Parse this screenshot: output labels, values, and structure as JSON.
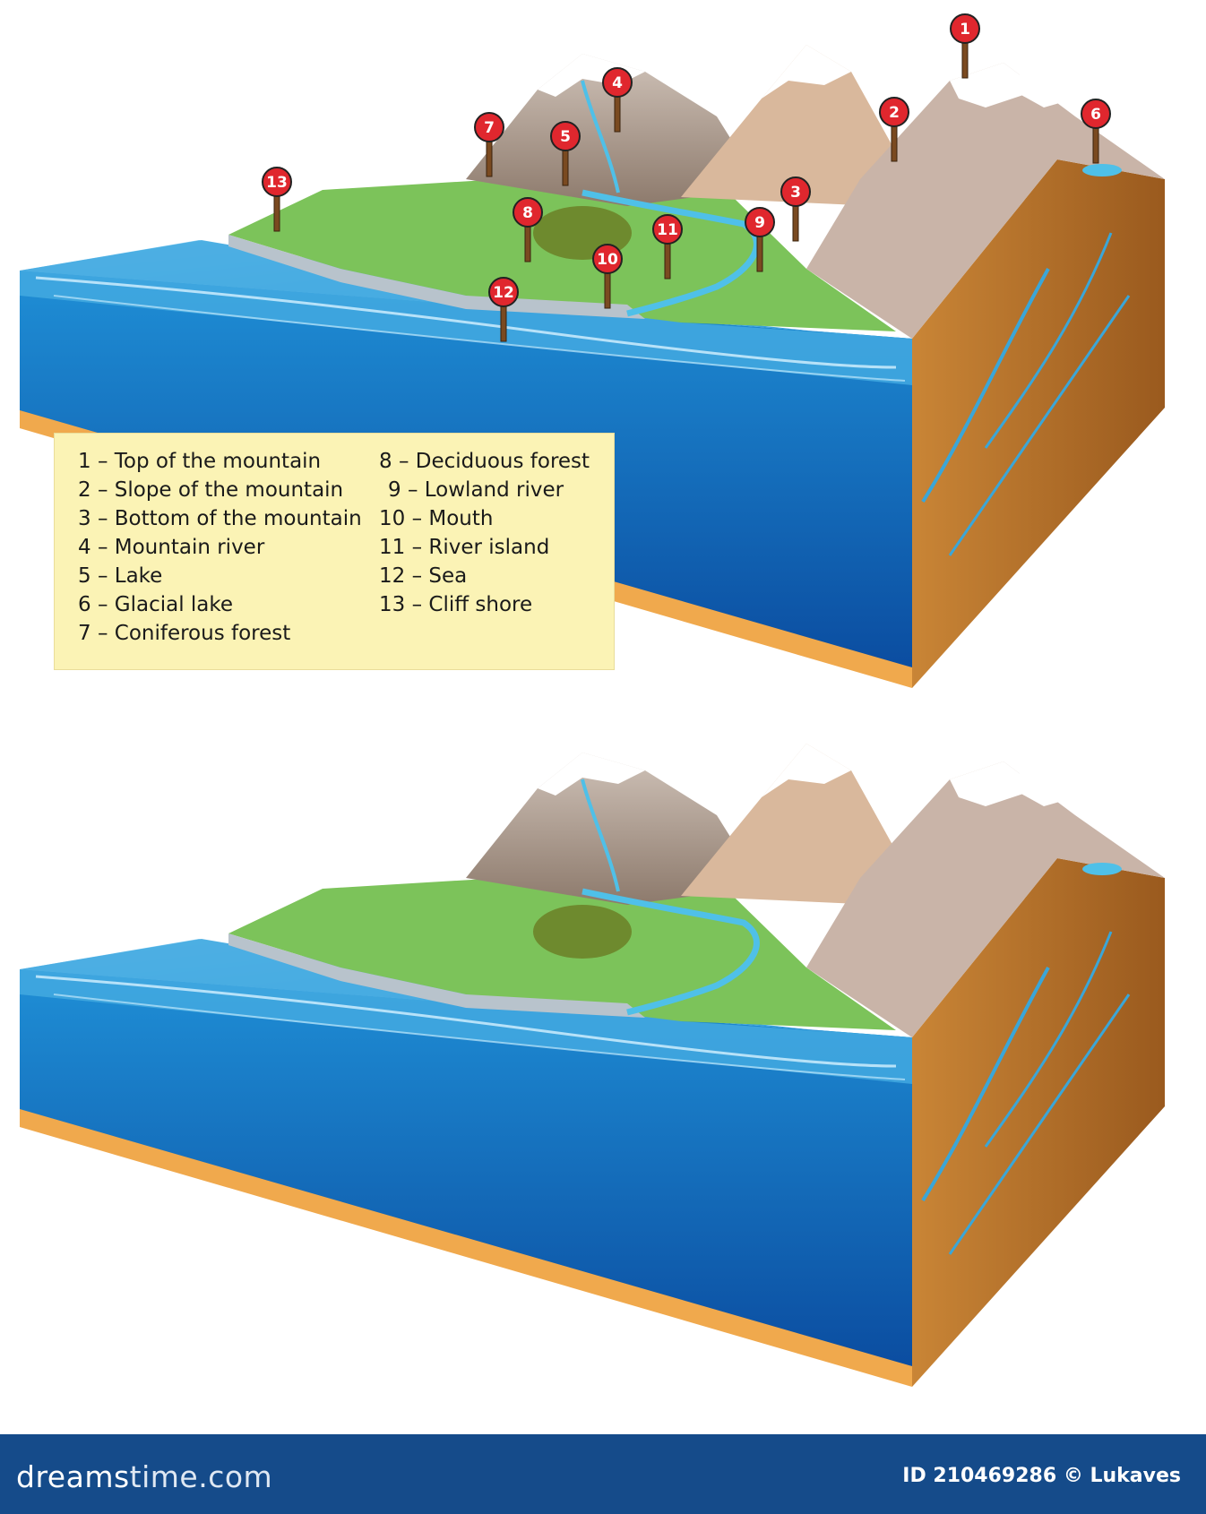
{
  "legend": {
    "items": [
      {
        "num": "1",
        "label": "1 – Top of the mountain"
      },
      {
        "num": "2",
        "label": "2 – Slope of the mountain"
      },
      {
        "num": "3",
        "label": "3 – Bottom of the mountain"
      },
      {
        "num": "4",
        "label": "4 – Mountain river"
      },
      {
        "num": "5",
        "label": "5 – Lake"
      },
      {
        "num": "6",
        "label": "6 – Glacial lake"
      },
      {
        "num": "7",
        "label": "7 – Coniferous forest"
      },
      {
        "num": "8",
        "label": "8 – Deciduous forest"
      },
      {
        "num": "9",
        "label": "9 – Lowland river"
      },
      {
        "num": "10",
        "label": "10 – Mouth"
      },
      {
        "num": "11",
        "label": "11 – River island"
      },
      {
        "num": "12",
        "label": "12 – Sea"
      },
      {
        "num": "13",
        "label": "13 – Cliff shore"
      }
    ]
  },
  "markers": [
    "1",
    "2",
    "3",
    "4",
    "5",
    "6",
    "7",
    "8",
    "9",
    "10",
    "11",
    "12",
    "13"
  ],
  "footer": {
    "brand_main": "dreams",
    "brand_rest": "time.com",
    "credit": "ID 210469286 © Lukaves"
  },
  "colors": {
    "sea_surface": "#3fa7dc",
    "sea_deep": "#0b4fa8",
    "land_green": "#7cc35a",
    "soil": "#b5722a",
    "snow": "#ffffff",
    "marker_red": "#e0272e",
    "legend_bg": "#fbf3b5",
    "footer_bg": "#154b8a"
  }
}
